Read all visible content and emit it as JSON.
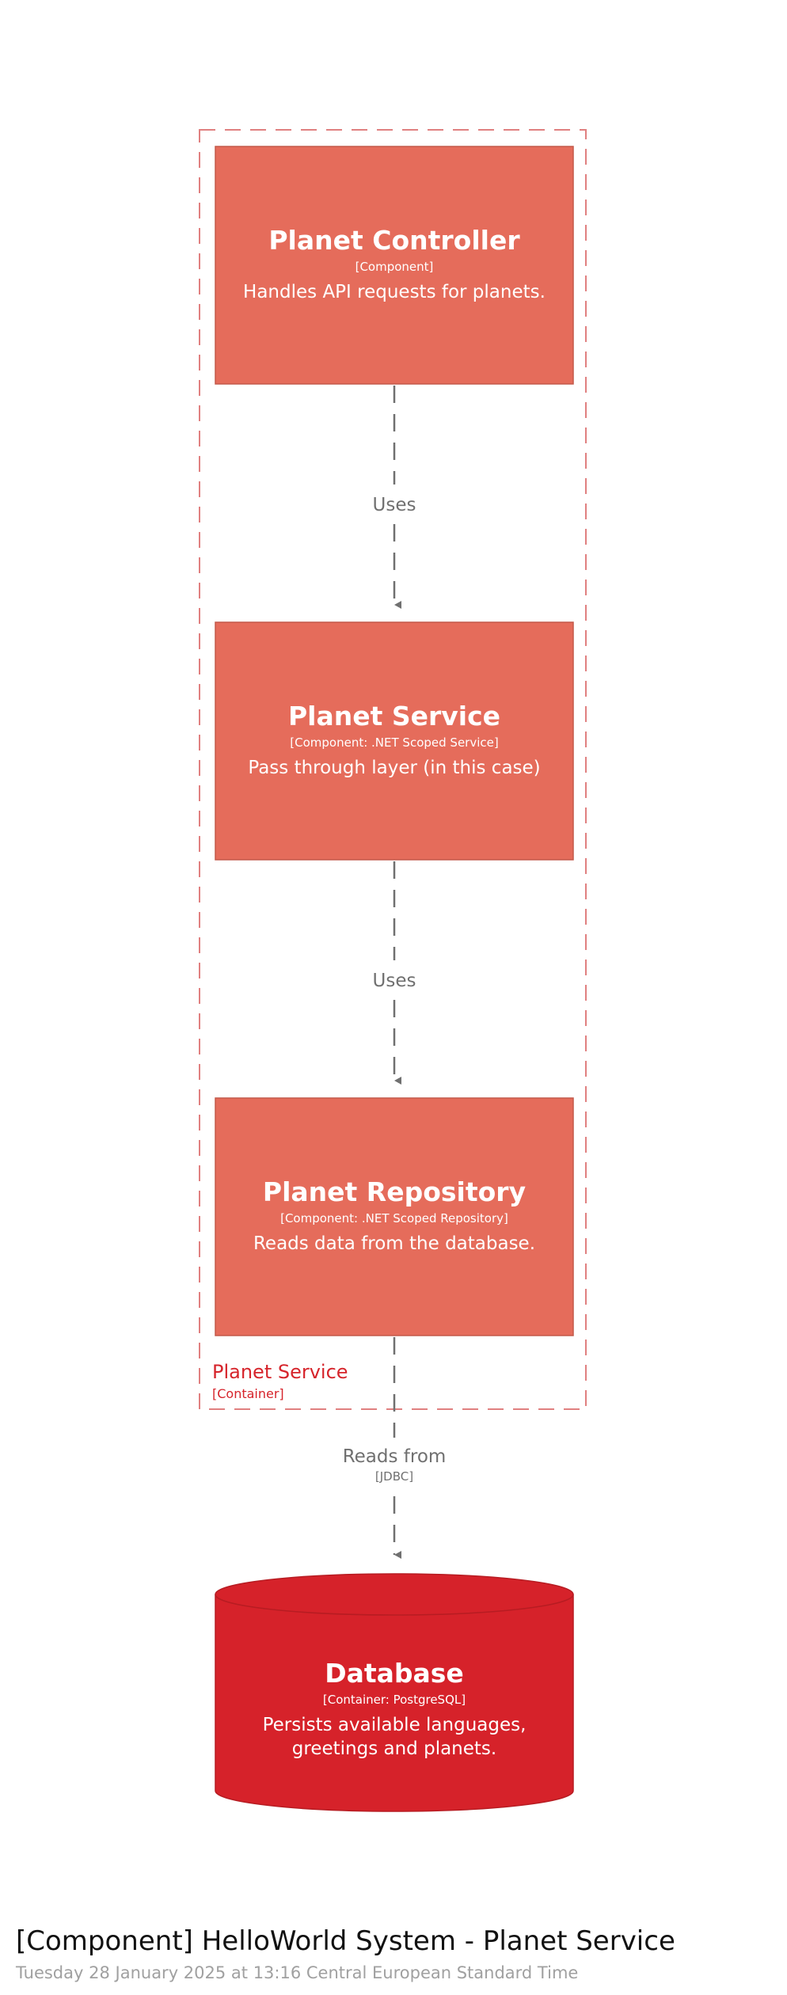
{
  "boundary": {
    "name": "Planet Service",
    "type": "[Container]"
  },
  "nodes": {
    "planet_controller": {
      "title": "Planet Controller",
      "type": "[Component]",
      "description": "Handles API requests for planets."
    },
    "planet_service": {
      "title": "Planet Service",
      "type": "[Component: .NET Scoped Service]",
      "description": "Pass through layer (in this case)"
    },
    "planet_repository": {
      "title": "Planet Repository",
      "type": "[Component: .NET Scoped Repository]",
      "description": "Reads data from the database."
    },
    "database": {
      "title": "Database",
      "type": "[Container: PostgreSQL]",
      "description_line1": "Persists available languages,",
      "description_line2": "greetings and planets."
    }
  },
  "edges": {
    "controller_to_service": {
      "label": "Uses"
    },
    "service_to_repository": {
      "label": "Uses"
    },
    "repository_to_database": {
      "label": "Reads from",
      "technology": "[JDBC]"
    }
  },
  "footer": {
    "title": "[Component] HelloWorld System - Planet Service",
    "timestamp": "Tuesday 28 January 2025 at 13:16 Central European Standard Time"
  },
  "colors": {
    "component_fill": "#e56c5b",
    "component_stroke": "#c45a4b",
    "database_fill": "#d6222a",
    "database_stroke": "#b71c22",
    "boundary_stroke": "#e08080",
    "edge_color": "#707070"
  }
}
